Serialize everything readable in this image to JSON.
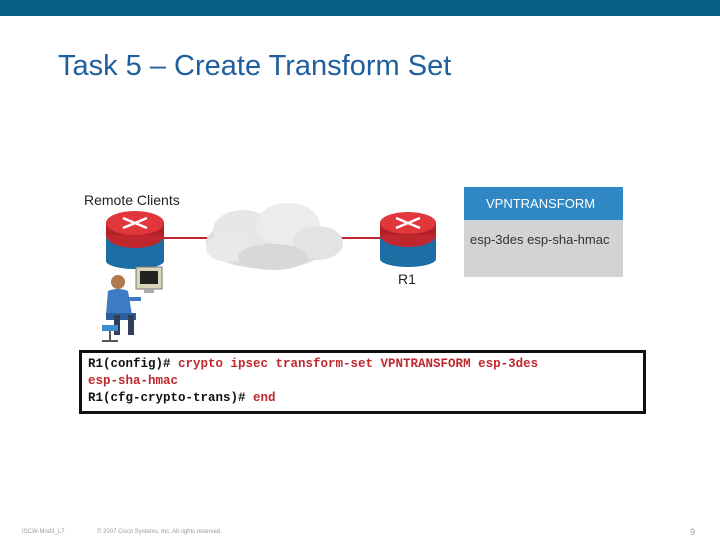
{
  "slide": {
    "title": "Task 5 – Create Transform Set",
    "footer_course": "ISCW-Mod3_L7",
    "footer_copyright": "© 2007 Cisco Systems, Inc. All rights reserved.",
    "page_number": "9"
  },
  "topology": {
    "remote_label": "Remote Clients",
    "router_label": "R1",
    "icons": [
      "router-icon",
      "cloud-icon",
      "router-icon",
      "user-workstation-icon"
    ]
  },
  "transform_box": {
    "header": "VPNTRANSFORM",
    "body": "esp-3des esp-sha-hmac"
  },
  "cli": {
    "line1_prompt": "R1(config)#",
    "line1_cmd": " crypto ipsec transform-set VPNTRANSFORM esp-3des",
    "line2_cmd": "esp-sha-hmac",
    "line3_prompt": "R1(cfg-crypto-trans)#",
    "line3_cmd": " end"
  },
  "colors": {
    "topbar": "#0a5f86",
    "title": "#1f5f9e",
    "box_header": "#2f88c4",
    "cli_command": "#c0262d"
  }
}
